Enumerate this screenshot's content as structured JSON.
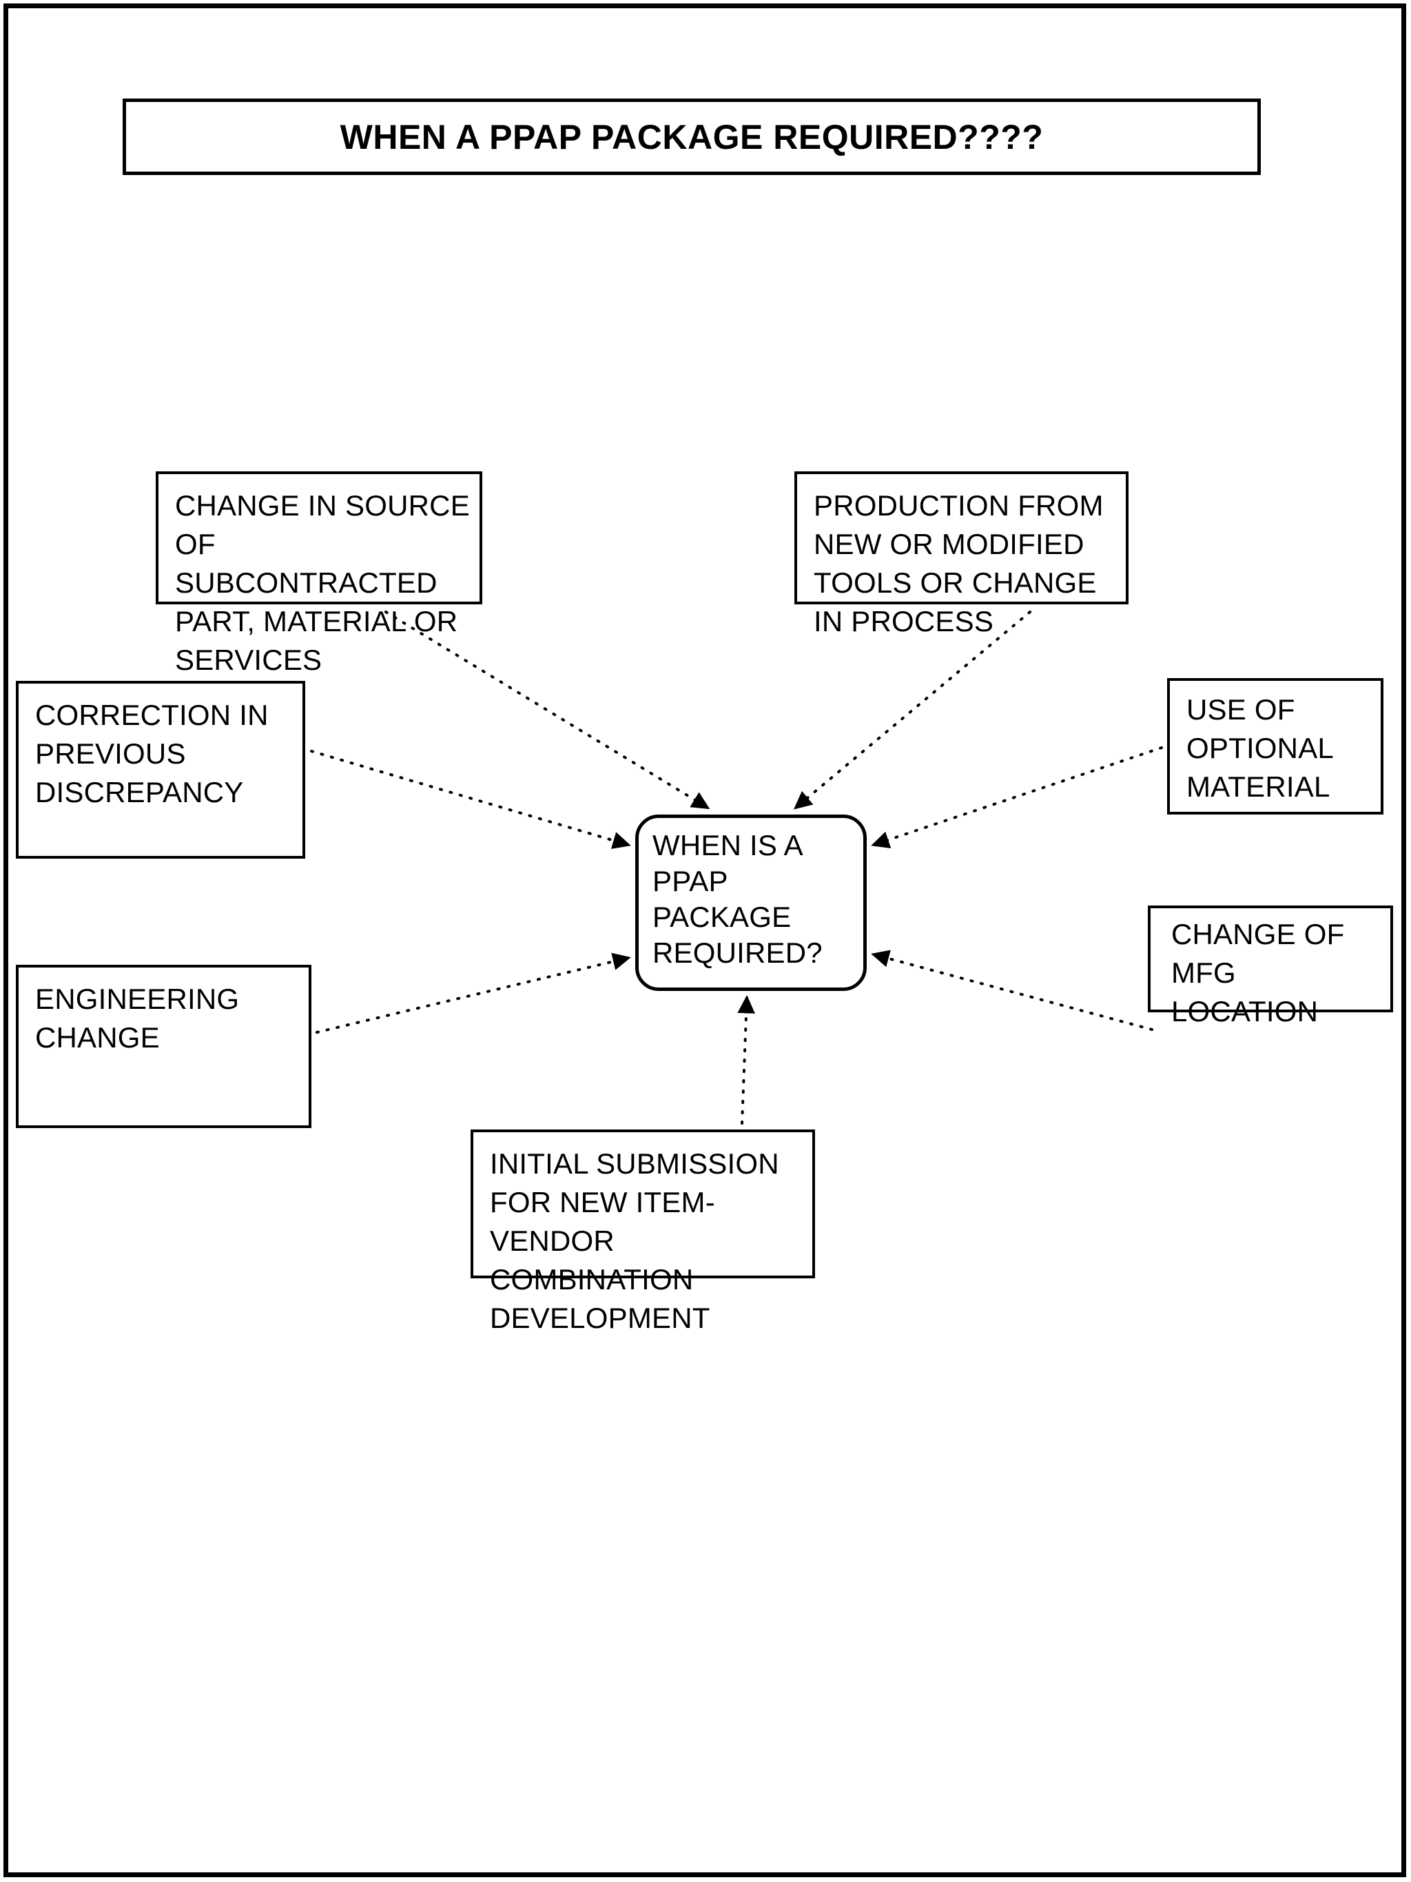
{
  "page": {
    "title": "WHEN A PPAP PACKAGE REQUIRED????",
    "frame_color": "#000000",
    "background_color": "#ffffff"
  },
  "diagram": {
    "type": "radial-mindmap",
    "center": {
      "id": "center",
      "label": "WHEN IS A PPAP PACKAGE REQUIRED?",
      "shape": "rounded-rectangle"
    },
    "nodes": [
      {
        "id": "source",
        "label": "CHANGE IN SOURCE OF SUBCONTRACTED PART, MATERIAL OR SERVICES",
        "position": "top-left"
      },
      {
        "id": "production",
        "label": "PRODUCTION FROM NEW OR MODIFIED TOOLS OR CHANGE IN PROCESS",
        "position": "top-right"
      },
      {
        "id": "correction",
        "label": "CORRECTION IN PREVIOUS DISCREPANCY",
        "position": "left-upper"
      },
      {
        "id": "optional",
        "label": "USE OF OPTIONAL MATERIAL",
        "position": "right-upper"
      },
      {
        "id": "engineering",
        "label": "ENGINEERING CHANGE",
        "position": "left-lower"
      },
      {
        "id": "mfg",
        "label": "CHANGE OF MFG LOCATION",
        "position": "right-lower"
      },
      {
        "id": "initial",
        "label": "INITIAL SUBMISSION FOR NEW ITEM-VENDOR COMBINATION DEVELOPMENT",
        "position": "bottom"
      }
    ],
    "connectors": [
      {
        "from": "source",
        "to": "center",
        "style": "dotted",
        "arrowhead": "filled-triangle"
      },
      {
        "from": "production",
        "to": "center",
        "style": "dotted",
        "arrowhead": "filled-triangle"
      },
      {
        "from": "correction",
        "to": "center",
        "style": "dotted",
        "arrowhead": "filled-triangle"
      },
      {
        "from": "optional",
        "to": "center",
        "style": "dotted",
        "arrowhead": "filled-triangle"
      },
      {
        "from": "engineering",
        "to": "center",
        "style": "dotted",
        "arrowhead": "filled-triangle"
      },
      {
        "from": "mfg",
        "to": "center",
        "style": "dotted",
        "arrowhead": "filled-triangle"
      },
      {
        "from": "initial",
        "to": "center",
        "style": "dotted",
        "arrowhead": "filled-triangle"
      }
    ]
  }
}
